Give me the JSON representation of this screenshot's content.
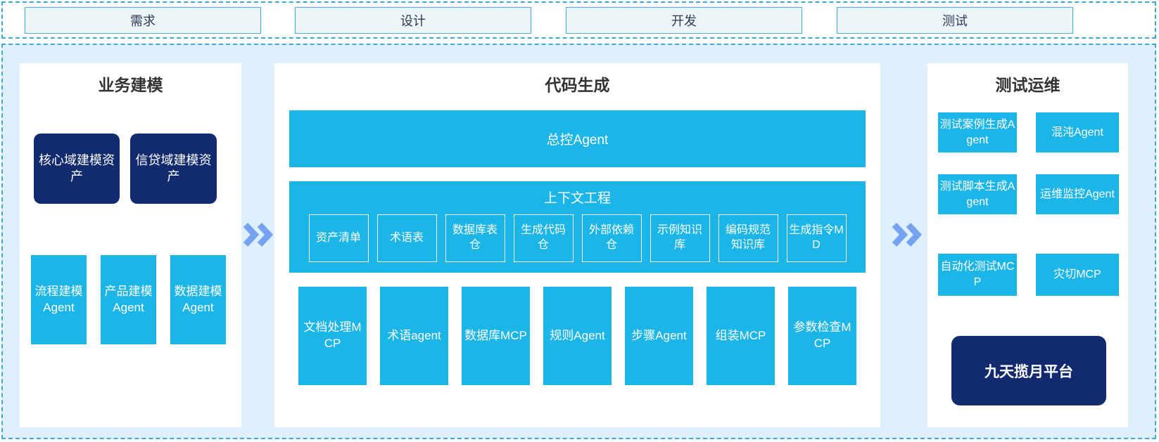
{
  "phases": [
    "需求",
    "设计",
    "开发",
    "测试"
  ],
  "business": {
    "title": "业务建模",
    "assets": [
      "核心域建模资产",
      "信贷域建模资产"
    ],
    "agents": [
      "流程建模Agent",
      "产品建模Agent",
      "数据建模Agent"
    ]
  },
  "codegen": {
    "title": "代码生成",
    "master_bar": "总控Agent",
    "context": {
      "title": "上下文工程",
      "items": [
        "资产清单",
        "术语表",
        "数据库表仓",
        "生成代码仓",
        "外部依赖仓",
        "示例知识库",
        "编码规范知识库",
        "生成指令MD"
      ]
    },
    "mcp_row": [
      "文档处理MCP",
      "术语agent",
      "数据库MCP",
      "规则Agent",
      "步骤Agent",
      "组装MCP",
      "参数检查MCP"
    ]
  },
  "testops": {
    "title": "测试运维",
    "boxes": [
      "测试案例生成Agent",
      "混沌Agent",
      "测试脚本生成Agent",
      "运维监控Agent",
      "自动化测试MCP",
      "灾切MCP"
    ],
    "platform": "九天揽月平台"
  },
  "icons": {
    "flow_arrow": "double-chevron-right"
  },
  "colors": {
    "cyan": "#1cb5e8",
    "navy": "#122a6e",
    "canvas_bg": "#def0fb",
    "dashed_border": "#3fa9d5",
    "phase_fill": "#edf5f9",
    "phase_border": "#4aaed6",
    "arrow": "#76a3f1",
    "title_text": "#333333"
  }
}
